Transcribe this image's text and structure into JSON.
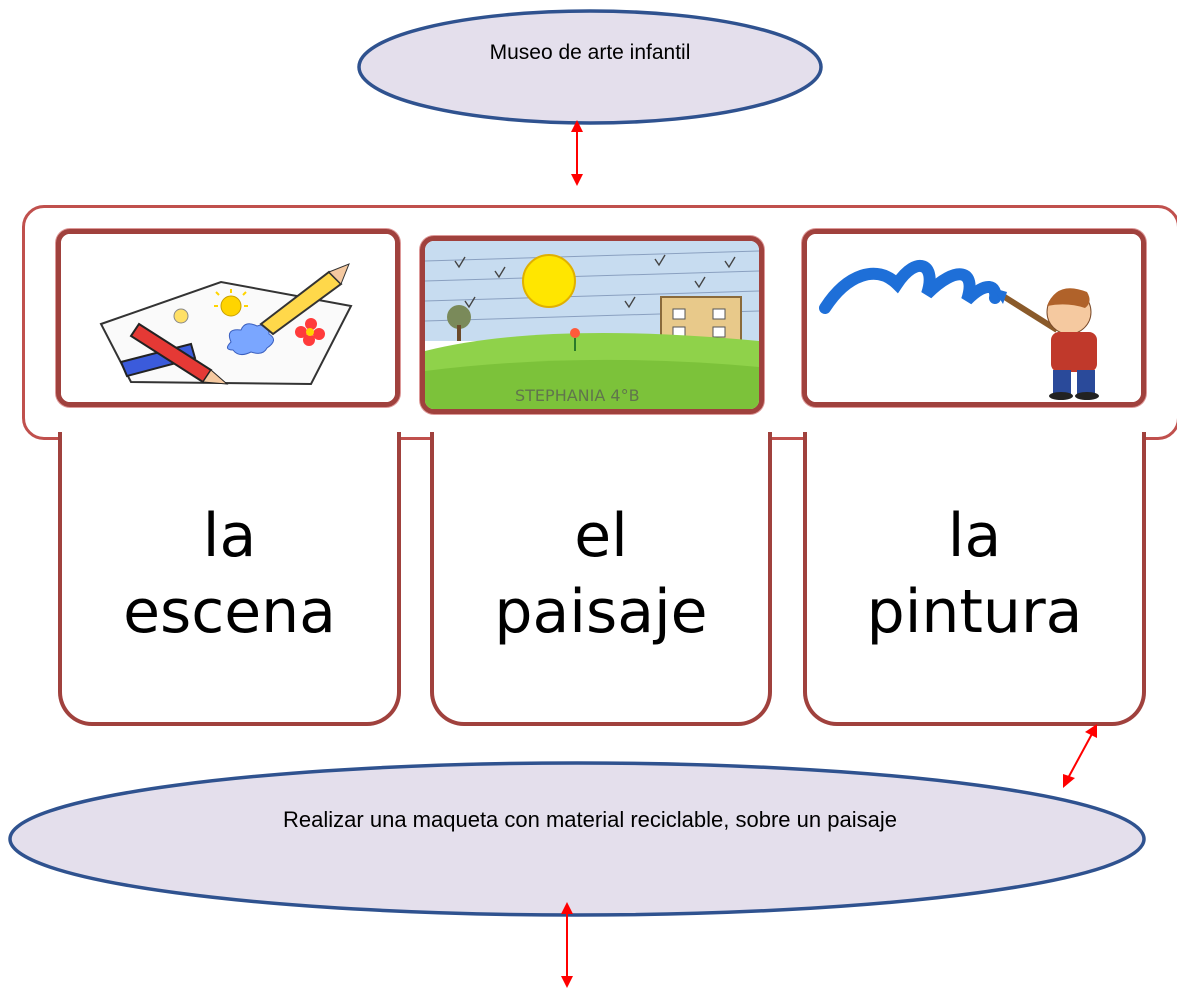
{
  "top_node": {
    "label": "Museo de arte infantil"
  },
  "bottom_node": {
    "label": "Realizar una maqueta con material reciclable, sobre un paisaje"
  },
  "cards": [
    {
      "article": "la",
      "noun": "escena",
      "image_icon": "drawing-with-pencils-icon"
    },
    {
      "article": "el",
      "noun": "paisaje",
      "image_icon": "child-landscape-drawing-icon"
    },
    {
      "article": "la",
      "noun": "pintura",
      "image_icon": "boy-painting-icon"
    }
  ],
  "colors": {
    "ellipse_fill": "#e4dfec",
    "ellipse_border": "#2f528f",
    "card_border": "#a0413d",
    "frame_border": "#c0504d",
    "arrow": "#ff0000"
  }
}
